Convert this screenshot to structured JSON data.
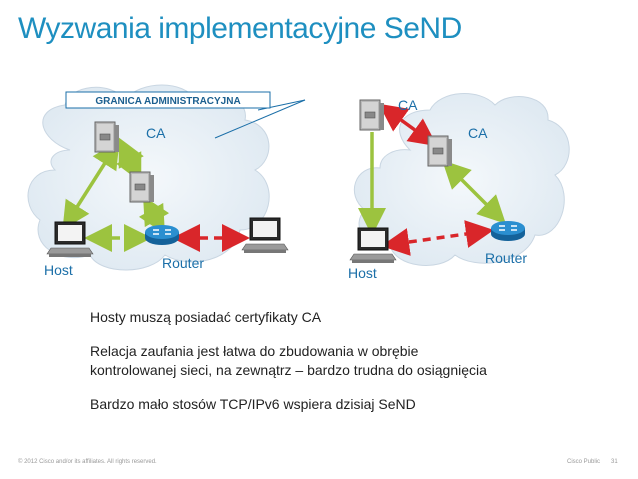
{
  "title": "Wyzwania implementacyjne SeND",
  "diagram": {
    "boundary_label": "GRANICA ADMINISTRACYJNA",
    "left": {
      "ca": "CA",
      "router": "Router",
      "host": "Host"
    },
    "right": {
      "ca_top": "CA",
      "ca_inner": "CA",
      "router": "Router",
      "host": "Host"
    }
  },
  "bullets": [
    {
      "line1": "Hosty muszą posiadać certyfikaty CA",
      "line2": ""
    },
    {
      "line1": "Relacja zaufania jest łatwa do zbudowania w obrębie",
      "line2": "kontrolowanej sieci, na zewnątrz – bardzo trudna do osiągnięcia"
    },
    {
      "line1": "Bardzo mało stosów TCP/IPv6 wspiera dzisiaj SeND",
      "line2": ""
    }
  ],
  "footer": {
    "copyright": "© 2012 Cisco and/or its affiliates. All rights reserved.",
    "classification": "Cisco Public",
    "page": "31"
  },
  "colors": {
    "title": "#1e8fc0",
    "cloud": "#e8f0f7",
    "green_link": "#9cc33f",
    "red_link": "#d9262a",
    "router": "#1f84c4"
  }
}
